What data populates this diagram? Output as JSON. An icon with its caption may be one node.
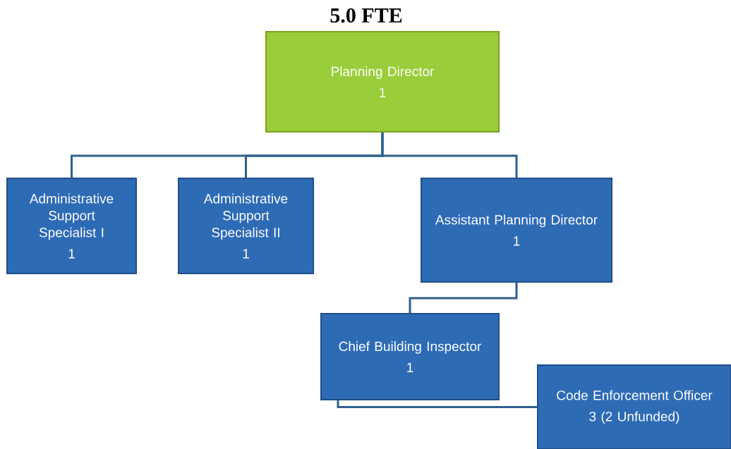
{
  "diagram": {
    "title": "5.0 FTE",
    "nodes": [
      {
        "text": [
          "Planning Director",
          "1"
        ]
      },
      {
        "text": [
          "Administrative Support Specialist I",
          "1"
        ]
      },
      {
        "text": [
          "Administrative Support Specialist II",
          "1"
        ]
      },
      {
        "text": [
          "Assistant Planning Director",
          "1"
        ]
      },
      {
        "text": [
          "Chief Building Inspector",
          "1"
        ]
      },
      {
        "text": [
          "Code Enforcement Officer",
          "3  (2 Unfunded)"
        ]
      }
    ],
    "edges": [
      {
        "from": 0,
        "to": 1,
        "arrow": "none"
      },
      {
        "from": 0,
        "to": 2,
        "arrow": "none"
      },
      {
        "from": 0,
        "to": 3,
        "arrow": "none"
      },
      {
        "from": 3,
        "to": 4,
        "arrow": "none"
      },
      {
        "from": 4,
        "to": 5,
        "arrow": "none"
      }
    ]
  }
}
